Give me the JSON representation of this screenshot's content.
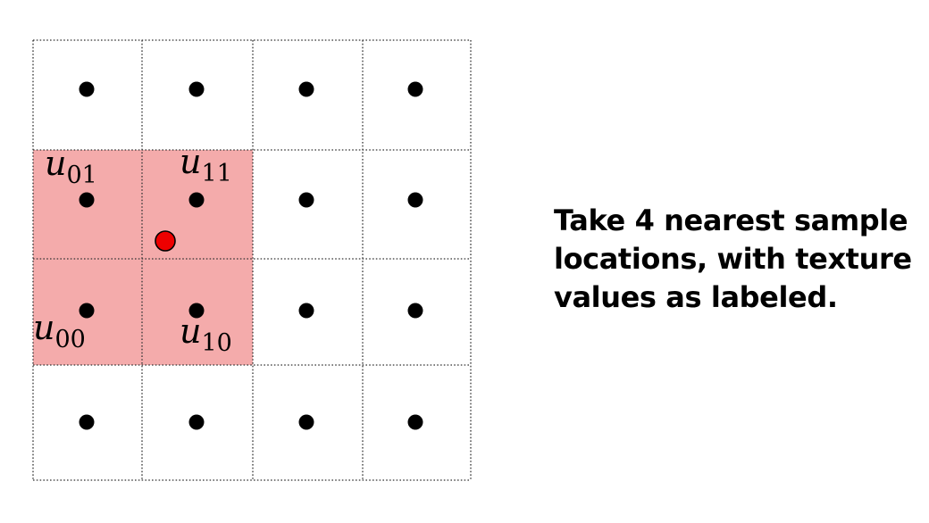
{
  "grid": {
    "rows": 4,
    "cols": 4,
    "highlighted_cells": [
      [
        1,
        0
      ],
      [
        1,
        1
      ],
      [
        2,
        0
      ],
      [
        2,
        1
      ]
    ]
  },
  "colors": {
    "highlight": "#f4abab",
    "sample_dot": "#000000",
    "query_point": "#ee0000",
    "grid_line": "#333333"
  },
  "labels": [
    {
      "id": "u01",
      "base": "u",
      "sub": "01"
    },
    {
      "id": "u11",
      "base": "u",
      "sub": "11"
    },
    {
      "id": "u00",
      "base": "u",
      "sub": "00"
    },
    {
      "id": "u10",
      "base": "u",
      "sub": "10"
    }
  ],
  "caption": {
    "line1": "Take 4 nearest sample",
    "line2": "locations, with texture",
    "line3": "values as labeled."
  }
}
